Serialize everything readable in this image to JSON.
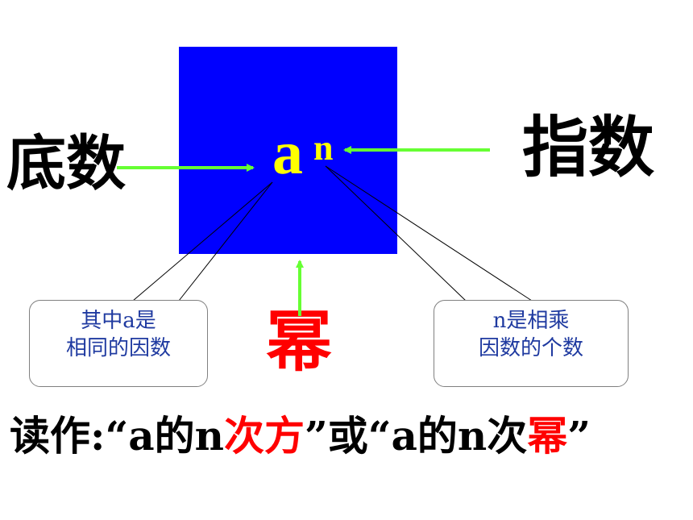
{
  "labels": {
    "base": "底数",
    "exponent": "指数",
    "power": "幂"
  },
  "expression": {
    "base": "a",
    "exponent": "n"
  },
  "callouts": {
    "left": [
      "其中a是",
      "相同的因数"
    ],
    "right": [
      "n是相乘",
      "因数的个数"
    ]
  },
  "reading": {
    "prefix": "读作:",
    "open_quote_1": "“",
    "a1": "a的n",
    "red1": "次方",
    "close_quote_1": "”",
    "or": "或",
    "open_quote_2": "“",
    "a2": "a的n次",
    "red2": "幂",
    "close_quote_2": "”"
  },
  "colors": {
    "square": "#0000ff",
    "expression": "#ffff00",
    "arrows": "#66ff33",
    "highlight": "#ff0000",
    "callout_text": "#1f3aa0"
  }
}
